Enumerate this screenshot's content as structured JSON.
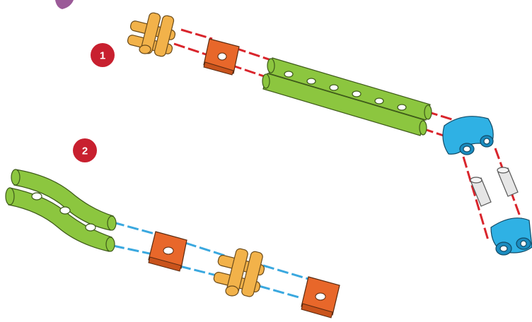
{
  "steps": [
    {
      "number": "1"
    },
    {
      "number": "2"
    }
  ],
  "colors": {
    "step_badge": "#c8202f",
    "connector_red": "#d9252c",
    "connector_blue": "#3aa8df",
    "rod_green": "#8cc63f",
    "clip_orange": "#e8672a",
    "hub_yellow": "#f2b24a",
    "elbow_blue": "#2fb1e4",
    "spacer_gray": "#e6e6e6",
    "corner_purple": "#9b5a98"
  },
  "parts": {
    "assembly_1": [
      "yellow-hub",
      "orange-clip",
      "green-straight-rod",
      "blue-elbow",
      "gray-spacer",
      "gray-spacer",
      "blue-elbow"
    ],
    "assembly_2": [
      "green-curved-rod",
      "orange-clip",
      "yellow-hub",
      "orange-clip"
    ]
  }
}
